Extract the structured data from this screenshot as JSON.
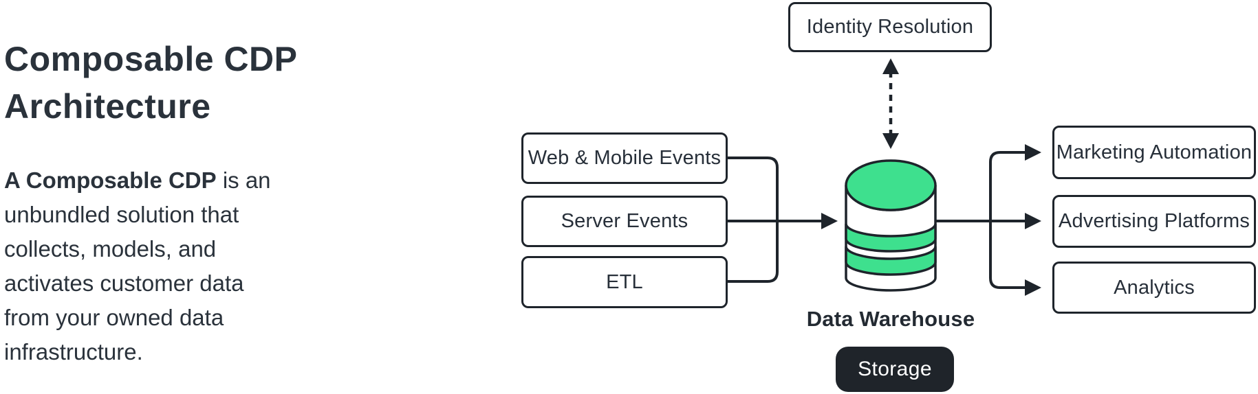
{
  "colors": {
    "background": "#FFFFFF",
    "ink": "#2A323B",
    "line": "#1E242B",
    "node_fill": "#FFFFFF",
    "accent_green": "#3EE08E",
    "storage_fill": "#1F242A",
    "storage_text": "#FFFFFF"
  },
  "intro": {
    "title": "Composable CDP\nArchitecture",
    "description_lead": "A Composable CDP",
    "description_rest": " is an\nunbundled solution that\ncollects, models, and\nactivates customer data\nfrom your owned data\ninfrastructure."
  },
  "diagram": {
    "identity_node": "Identity Resolution",
    "source_nodes": [
      "Web & Mobile Events",
      "Server Events",
      "ETL"
    ],
    "warehouse_label": "Data Warehouse",
    "storage_badge": "Storage",
    "destination_nodes": [
      "Marketing Automation",
      "Advertising Platforms",
      "Analytics"
    ]
  }
}
